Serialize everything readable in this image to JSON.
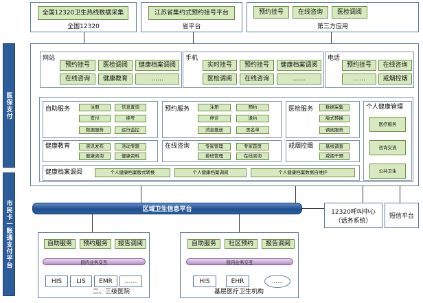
{
  "top": {
    "national": {
      "button": "全国12320卫生热线数据采集",
      "caption": "全国12320"
    },
    "province": {
      "button": "江苏省集约式预约挂号平台",
      "caption": "省平台"
    },
    "third_party": {
      "buttons": [
        "预约挂号",
        "在线咨询",
        "医检调阅"
      ],
      "caption": "第三方应用"
    }
  },
  "left": {
    "insurance": "医保支付",
    "citizen_card": "市民卡一账通支付平台"
  },
  "channels": {
    "website": {
      "label": "网站",
      "buttons": [
        "预约挂号",
        "医检调阅",
        "健康档案调阅",
        "在线咨询",
        "健康教育",
        "……"
      ]
    },
    "mobile": {
      "label": "手机",
      "buttons": [
        "实时挂号",
        "预约挂号",
        "健康档案调阅",
        "医检调阅",
        "在线咨询",
        "……"
      ]
    },
    "phone": {
      "label": "电话",
      "buttons": [
        "预约挂号",
        "在线咨询",
        "……",
        "戒烟控烟"
      ]
    }
  },
  "services": {
    "self_service": {
      "label": "自助服务",
      "buttons": [
        "注册",
        "信息查询",
        "支付",
        "挂号",
        "数据服务",
        "运行监控"
      ]
    },
    "appointment": {
      "label": "预约服务",
      "buttons": [
        "注册",
        "预约",
        "停诊",
        "退约",
        "消息推送",
        "黑名单"
      ]
    },
    "lab": {
      "label": "医检服务",
      "buttons": [
        "数据采集",
        "版式转换",
        "调阅服务"
      ]
    },
    "health_edu": {
      "label": "健康教育",
      "buttons": [
        "资讯发布",
        "活动专题",
        "健康咨询",
        "健康资料"
      ]
    },
    "consult": {
      "label": "在线咨询",
      "buttons": [
        "专家管理",
        "专家首页",
        "排班管理",
        "在线咨询"
      ]
    },
    "smoking": {
      "label": "戒烟控烟",
      "buttons": [
        "基线调查",
        "戒烟干预"
      ]
    },
    "records": {
      "label": "健康档案调阅",
      "buttons": [
        "个人健康档案版式转换",
        "个人健康档案调阅",
        "个人健康档案数据自维护"
      ]
    },
    "personal": {
      "label": "个人健康管理",
      "buttons": [
        "医疗服务",
        "咨询交流",
        "公共卫生"
      ]
    }
  },
  "bus": "区域卫生信息平台",
  "call_center": {
    "line1": "12320呼叫中心",
    "line2": "（话务系统）"
  },
  "sms": "短信平台",
  "hospitals": {
    "tertiary": {
      "buttons": [
        "自助服务",
        "预约服务",
        "报告调阅"
      ],
      "bus": "院内业务交互",
      "systems": [
        "HIS",
        "LIS",
        "EMR",
        "……"
      ],
      "caption": "二、三级医院"
    },
    "primary": {
      "buttons": [
        "自助服务",
        "社区预约",
        "报告调阅"
      ],
      "bus": "院内业务交互",
      "systems": [
        "HIS",
        "EHR",
        "……"
      ],
      "caption": "基层医疗卫生机构"
    }
  }
}
